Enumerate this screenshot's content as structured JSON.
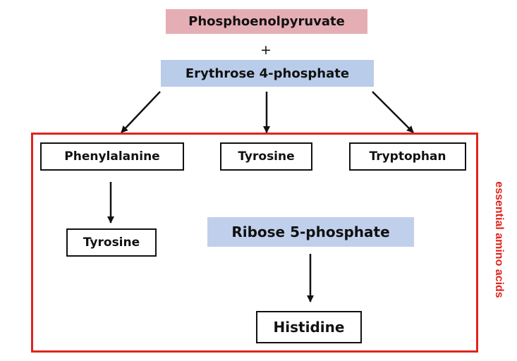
{
  "diagram": {
    "top": {
      "precursor_1": "Phosphoenolpyruvate",
      "plus": "+",
      "precursor_2": "Erythrose 4-phosphate"
    },
    "products": {
      "phenylalanine": "Phenylalanine",
      "tyrosine": "Tyrosine",
      "tryptophan": "Tryptophan",
      "tyrosine_from_phe": "Tyrosine"
    },
    "histidine_pathway": {
      "precursor": "Ribose 5-phosphate",
      "product": "Histidine"
    },
    "group_label": "essential amino acids",
    "colors": {
      "precursor_1_fill": "#e5aeb5",
      "precursor_2_fill": "#b9cce9",
      "ribose_fill": "#c0d0ec",
      "group_border": "#e0251c",
      "group_label": "#e0251c",
      "arrow": "#111111"
    }
  }
}
